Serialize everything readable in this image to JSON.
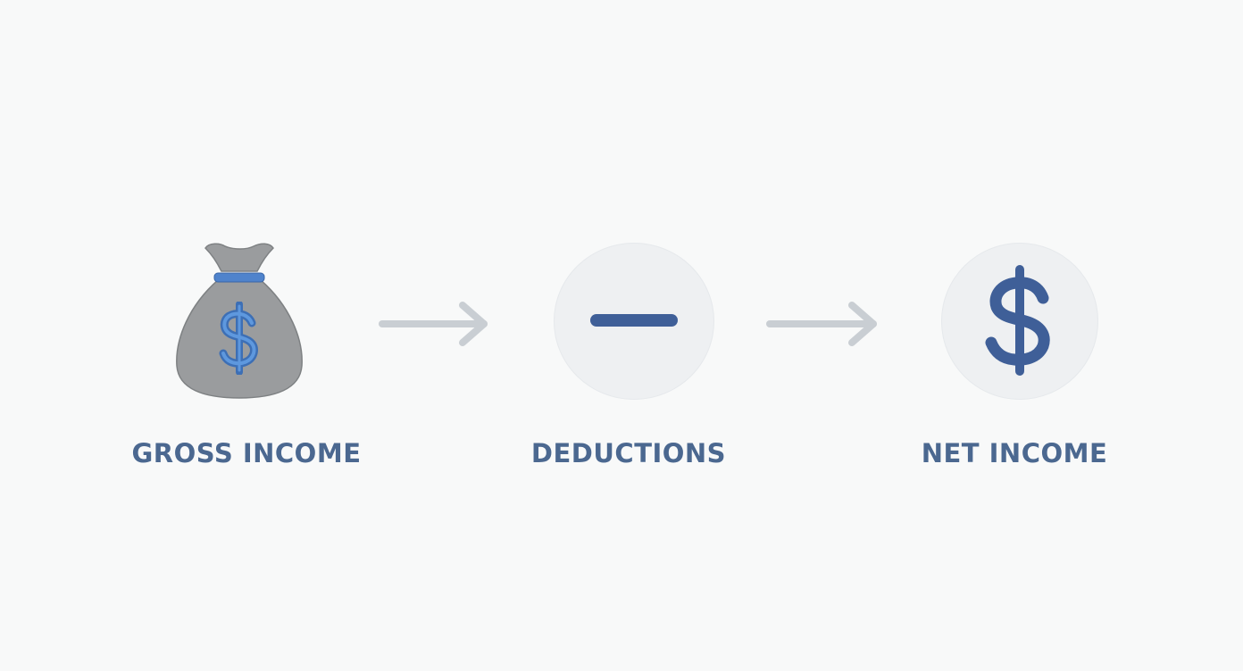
{
  "steps": [
    {
      "label": "GROSS INCOME",
      "icon": "money-bag-icon"
    },
    {
      "label": "DEDUCTIONS",
      "icon": "minus-icon"
    },
    {
      "label": "NET INCOME",
      "icon": "dollar-icon"
    }
  ],
  "connectors": [
    "arrow-right-icon",
    "arrow-right-icon"
  ],
  "colors": {
    "background": "#f8f9f9",
    "label_text": "#4b6890",
    "accent_blue": "#3f5f98",
    "light_blue": "#4f83cc",
    "bag_gray": "#9a9c9e",
    "circle_fill": "#eef0f2",
    "arrow_gray": "#c9ced3"
  }
}
